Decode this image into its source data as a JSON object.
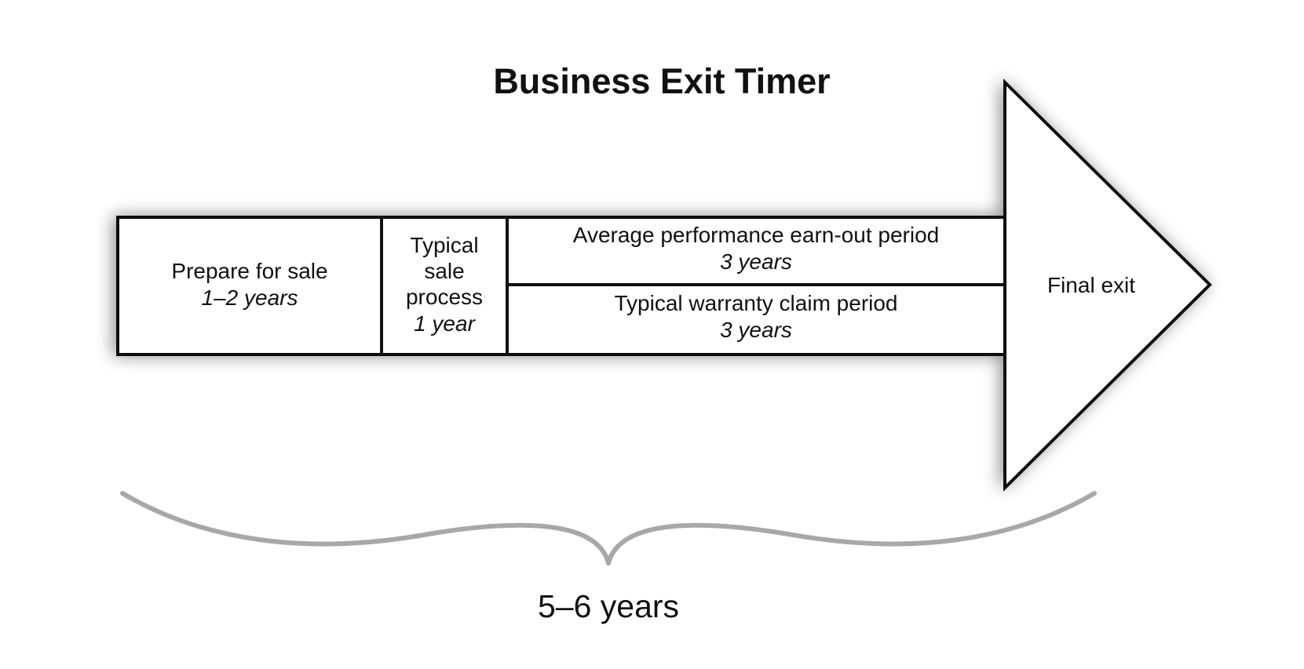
{
  "title": "Business Exit Timer",
  "phases": [
    {
      "label": "Prepare for sale",
      "duration": "1–2 years"
    },
    {
      "label_lines": [
        "Typical",
        "sale",
        "process"
      ],
      "duration": "1 year"
    },
    {
      "label": "Average performance earn-out period",
      "duration": "3 years"
    },
    {
      "label": "Typical warranty claim period",
      "duration": "3 years"
    }
  ],
  "final": {
    "label": "Final exit"
  },
  "total": {
    "label": "5–6 years"
  },
  "colors": {
    "stroke": "#111111",
    "fill": "#ffffff",
    "brace": "#a8a8a8",
    "shadow": "#000000"
  }
}
